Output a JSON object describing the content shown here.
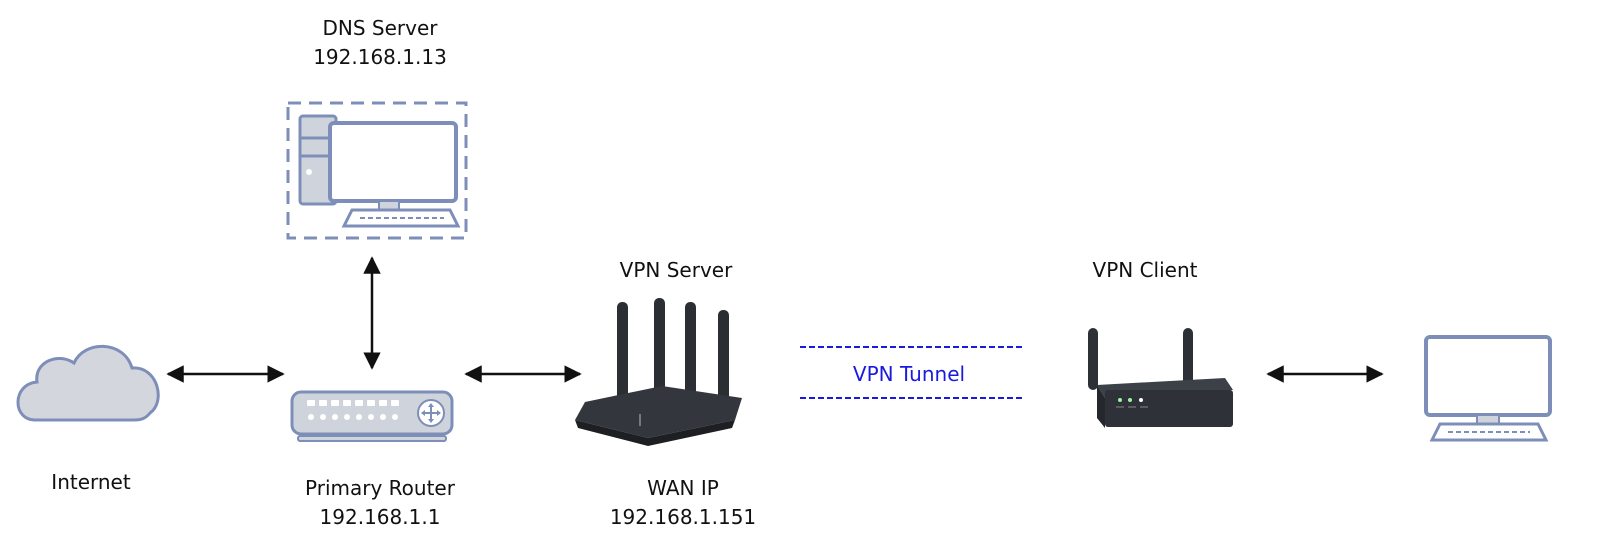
{
  "nodes": {
    "dns_server": {
      "name": "DNS Server",
      "ip": "192.168.1.13"
    },
    "internet": {
      "name": "Internet"
    },
    "primary_router": {
      "name": "Primary Router",
      "ip": "192.168.1.1"
    },
    "vpn_server": {
      "name": "VPN Server",
      "wan_label": "WAN IP",
      "wan_ip": "192.168.1.151"
    },
    "vpn_client": {
      "name": "VPN Client"
    }
  },
  "tunnel": {
    "label": "VPN Tunnel"
  },
  "colors": {
    "icon_stroke": "#7d8fb8",
    "icon_fill": "#cfd3db",
    "tunnel": "#1a1adf",
    "arrow": "#111111",
    "device_dark": "#2b2e33"
  }
}
